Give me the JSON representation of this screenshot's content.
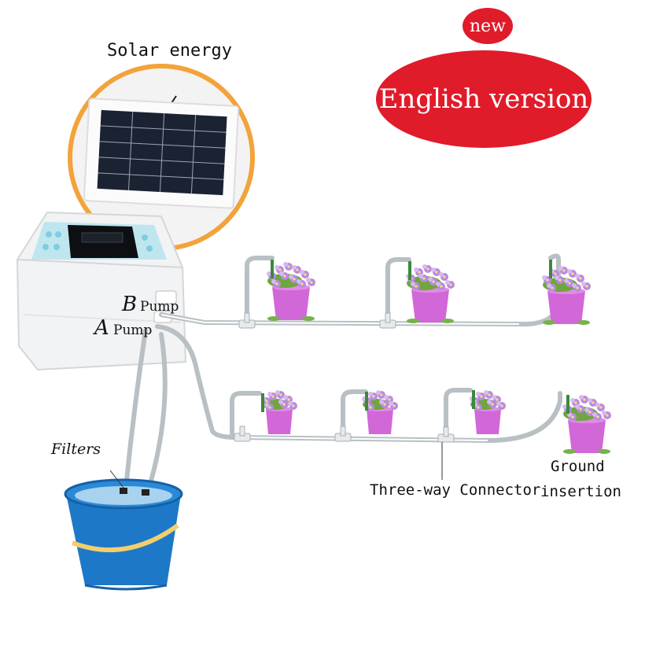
{
  "badge": {
    "new": "new",
    "english_version": "English version"
  },
  "labels": {
    "solar_energy": "Solar energy",
    "b_letter": "B",
    "b_pump": "Pump",
    "a_letter": "A",
    "a_pump": "Pump",
    "filters": "Filters",
    "three_way_connector": "Three-way Connector",
    "ground_line1": "Ground",
    "ground_line2": "insertion"
  },
  "colors": {
    "badge_red": "#e01b2a",
    "pot_pink": "#d267d8",
    "bucket_blue": "#1e78c8",
    "solar_ring": "#f2a33a"
  }
}
